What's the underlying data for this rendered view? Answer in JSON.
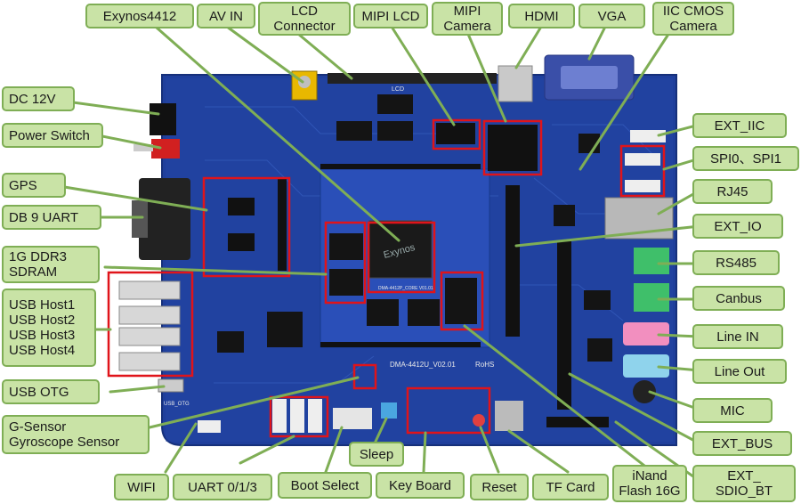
{
  "labels": {
    "exynos": "Exynos4412",
    "av_in": "AV IN",
    "lcd_connector": "LCD\nConnector",
    "mipi_lcd": "MIPI LCD",
    "mipi_camera": "MIPI\nCamera",
    "hdmi": "HDMI",
    "vga": "VGA",
    "iic_cmos": "IIC CMOS\nCamera",
    "dc12v": "DC 12V",
    "power_switch": "Power Switch",
    "gps": "GPS",
    "db9": "DB 9 UART",
    "ddr3": "1G DDR3\nSDRAM",
    "usb_host": "USB Host1\nUSB Host2\nUSB Host3\nUSB Host4",
    "usb_otg": "USB OTG",
    "gsensor": "G-Sensor\nGyroscope Sensor",
    "ext_iic": "EXT_IIC",
    "spi": "SPI0、SPI1",
    "rj45": "RJ45",
    "ext_io": "EXT_IO",
    "rs485": "RS485",
    "canbus": "Canbus",
    "line_in": "Line IN",
    "line_out": "Line Out",
    "mic": "MIC",
    "ext_bus": "EXT_BUS",
    "ext_sdio": "EXT_\nSDIO_BT",
    "wifi": "WIFI",
    "uart": "UART 0/1/3",
    "boot_select": "Boot Select",
    "sleep": "Sleep",
    "keyboard": "Key Board",
    "reset": "Reset",
    "tf_card": "TF Card",
    "inand": "iNand\nFlash 16G"
  },
  "board": {
    "model_text": "DMA-4412U_V02.01",
    "core_text": "DMA-4412P_CORE V01.01",
    "rohs_text": "RoHS",
    "lcd_silk": "LCD",
    "chip_text": "Exynos",
    "usb_otg_silk": "USB_OTG",
    "board_color": "#1f3f9c",
    "label_fill": "#c9e3a6",
    "label_border": "#7fae55",
    "highlight_color": "#e0141a"
  }
}
